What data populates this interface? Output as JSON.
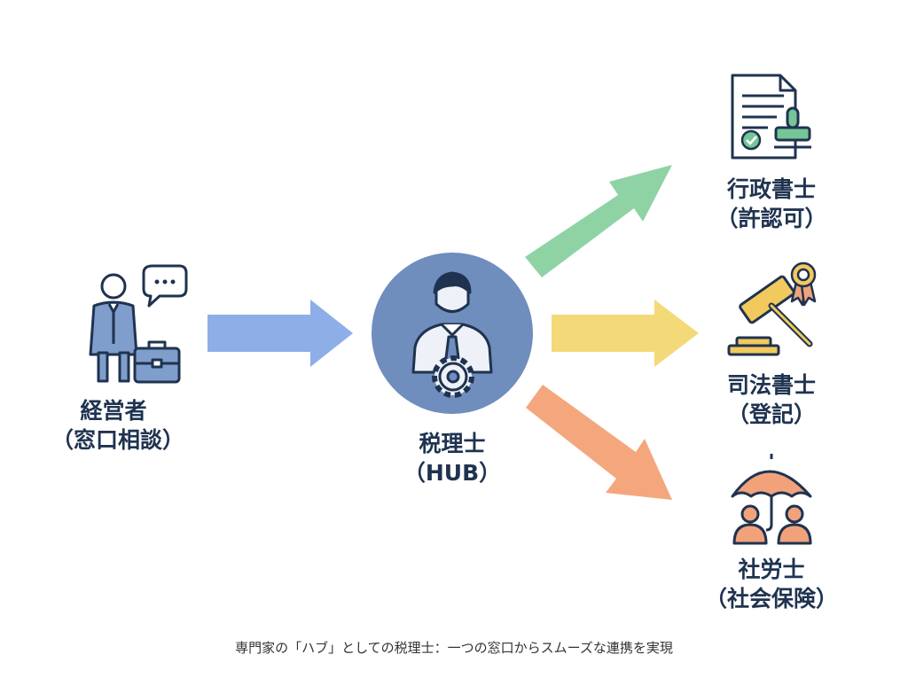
{
  "nodes": {
    "manager": {
      "line1": "経営者",
      "line2": "（窓口相談）"
    },
    "hub": {
      "line1": "税理士",
      "line2": "（HUB）"
    },
    "gyosei": {
      "line1": "行政書士",
      "line2": "（許認可）"
    },
    "shiho": {
      "line1": "司法書士",
      "line2": "（登記）"
    },
    "sharoshi": {
      "line1": "社労士",
      "line2": "（社会保険）"
    }
  },
  "caption": "専門家の「ハブ」としての税理士：一つの窓口からスムーズな連携を実現",
  "colors": {
    "navy": "#1f3350",
    "hub_circle": "#6f8dbd",
    "arrow_blue": "#8eaee8",
    "arrow_green": "#8fd3a5",
    "arrow_yellow": "#f3d977",
    "arrow_orange": "#f4a77c",
    "icon_blue": "#7f9ecb",
    "icon_green": "#75c597",
    "icon_yellow": "#f2c95c",
    "icon_orange": "#f2a27b"
  },
  "icons": {
    "manager": [
      "person-icon",
      "speech-bubble-icon",
      "briefcase-icon"
    ],
    "hub": [
      "tax-accountant-icon",
      "gear-icon"
    ],
    "gyosei": [
      "document-icon",
      "check-badge-icon",
      "stamp-icon"
    ],
    "shiho": [
      "gavel-icon",
      "award-ribbon-icon"
    ],
    "sharoshi": [
      "umbrella-icon",
      "people-icon"
    ]
  }
}
